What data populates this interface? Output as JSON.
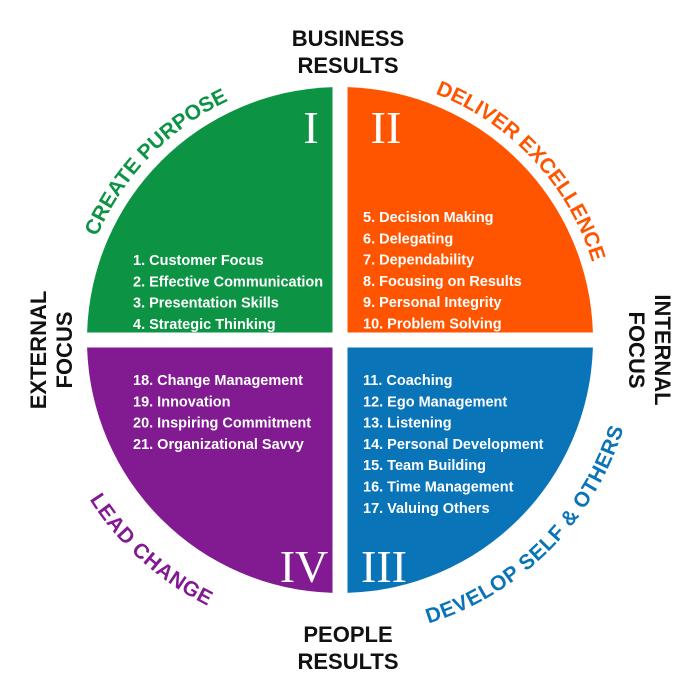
{
  "axes": {
    "top": [
      "BUSINESS",
      "RESULTS"
    ],
    "bottom": [
      "PEOPLE",
      "RESULTS"
    ],
    "left": [
      "EXTERNAL",
      "FOCUS"
    ],
    "right": [
      "INTERNAL",
      "FOCUS"
    ]
  },
  "quadrants": [
    {
      "id": "create-purpose",
      "numeral": "I",
      "title": "CREATE PURPOSE",
      "color": "#0c9444",
      "items": [
        "1. Customer Focus",
        "2. Effective Communication",
        "3. Presentation Skills",
        "4. Strategic Thinking"
      ]
    },
    {
      "id": "deliver-excellence",
      "numeral": "II",
      "title": "DELIVER EXCELLENCE",
      "color": "#ff5400",
      "items": [
        "5. Decision Making",
        "6. Delegating",
        "7. Dependability",
        "8. Focusing on Results",
        "9. Personal Integrity",
        "10. Problem Solving"
      ]
    },
    {
      "id": "develop-self-others",
      "numeral": "III",
      "title": "DEVELOP SELF & OTHERS",
      "color": "#0a74b8",
      "items": [
        "11. Coaching",
        "12. Ego Management",
        "13. Listening",
        "14. Personal Development",
        "15. Team Building",
        "16. Time Management",
        "17. Valuing Others"
      ]
    },
    {
      "id": "lead-change",
      "numeral": "IV",
      "title": "LEAD CHANGE",
      "color": "#821a91",
      "items": [
        "18. Change Management",
        "19. Innovation",
        "20. Inspiring Commitment",
        "21. Organizational Savvy"
      ]
    }
  ]
}
